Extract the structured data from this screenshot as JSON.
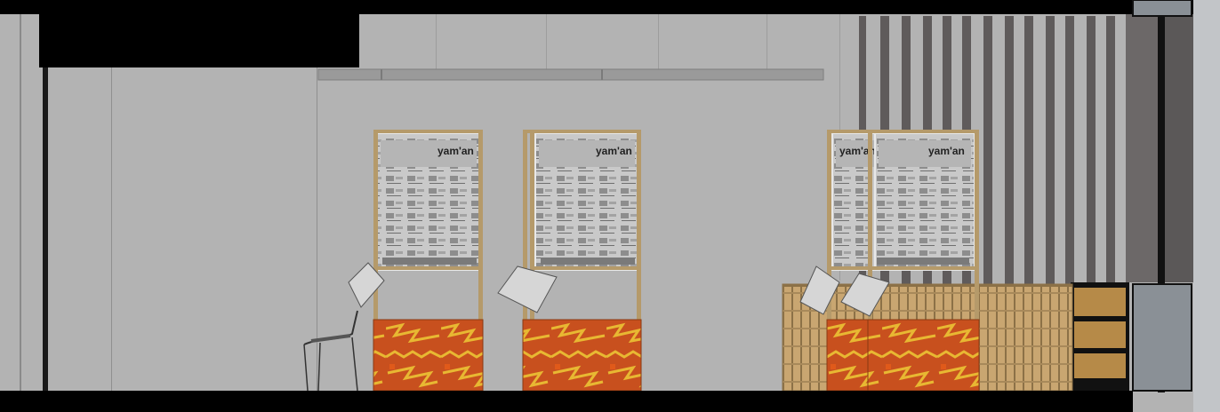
{
  "drawing": {
    "type": "architectural section elevation",
    "colors": {
      "wall": "#b3b3b3",
      "slab": "#000000",
      "timber_frame": "#b59a6a",
      "textile_red": "#c8501e",
      "textile_yellow": "#e8b832",
      "slat_dark": "#5f5b5b",
      "side_panel": "#8a9096",
      "shelf_wood": "#b68a48"
    },
    "elements": {
      "panels": [
        {
          "name": "exhibition-panel-1",
          "poster_title": "yam'an"
        },
        {
          "name": "exhibition-panel-2",
          "poster_title": "yam'an"
        },
        {
          "name": "exhibition-panel-3",
          "poster_title": "yam'an"
        },
        {
          "name": "exhibition-panel-4",
          "poster_title": "yam'an"
        }
      ],
      "furniture": [
        "chair",
        "timber-crate-base",
        "side-shelving"
      ]
    }
  }
}
